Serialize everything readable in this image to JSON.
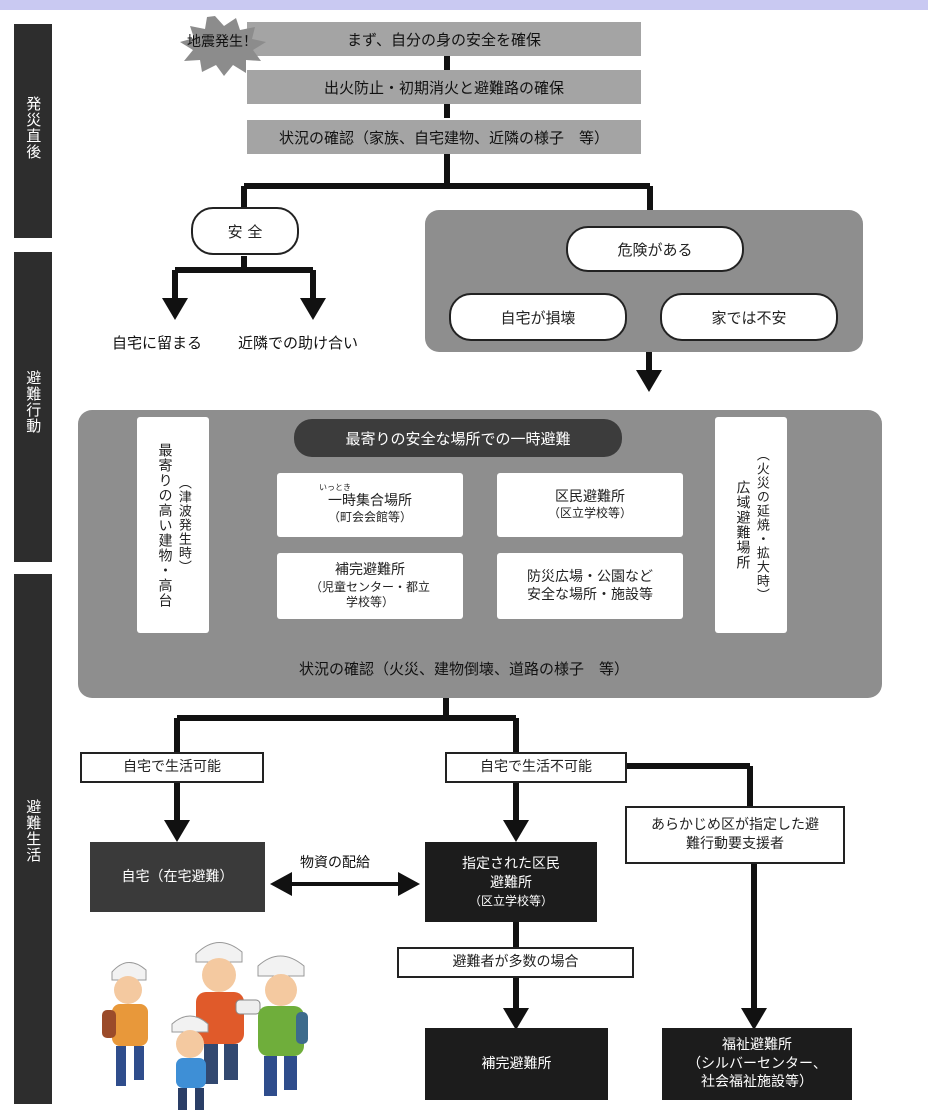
{
  "phases": [
    "発災直後",
    "避難行動",
    "避難生活"
  ],
  "burst_label": "地震発生！",
  "steps": [
    "まず、自分の身の安全を確保",
    "出火防止・初期消火と避難路の確保",
    "状況の確認（家族、自宅建物、近隣の様子　等）"
  ],
  "safe": {
    "label": "安 全",
    "options": [
      "自宅に留まる",
      "近隣での助け合い"
    ]
  },
  "danger": {
    "label": "危険がある",
    "options": [
      "自宅が損壊",
      "家では不安"
    ]
  },
  "evacuation": {
    "title": "最寄りの安全な場所での一時避難",
    "left_side": {
      "note": "（津波発生時）",
      "text": "最寄りの高い建物・高台"
    },
    "right_side": {
      "note": "（火災の延焼・拡大時）",
      "text": "広域避難場所"
    },
    "boxes": [
      {
        "ruby": "いっとき",
        "title": "一時集合場所",
        "sub": "（町会会館等）"
      },
      {
        "title": "区民避難所",
        "sub": "（区立学校等）"
      },
      {
        "title": "補完避難所",
        "sub": "（児童センター・都立学校等）"
      },
      {
        "title": "防災広場・公園など",
        "sub": "安全な場所・施設等"
      }
    ],
    "check": "状況の確認（火災、建物倒壊、道路の様子　等）"
  },
  "life": {
    "possible": "自宅で生活可能",
    "impossible": "自宅で生活不可能",
    "support": "あらかじめ区が指定した避難行動要支援者",
    "home": "自宅（在宅避難）",
    "supplies": "物資の配給",
    "shelter": {
      "line1": "指定された区民",
      "line2": "避難所",
      "sub": "（区立学校等）"
    },
    "many": "避難者が多数の場合",
    "complement": "補完避難所",
    "welfare": {
      "line1": "福祉避難所",
      "line2": "（シルバーセンター、",
      "line3": "社会福祉施設等）"
    }
  }
}
